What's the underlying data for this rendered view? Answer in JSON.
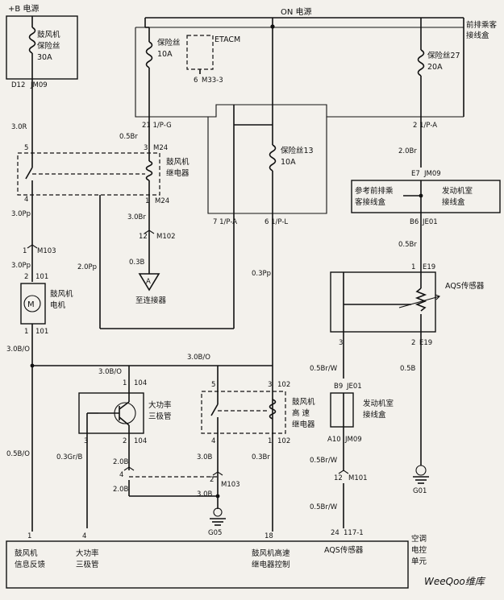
{
  "power": {
    "b_plus": "+B 电源",
    "on": "ON 电源"
  },
  "fuses": {
    "blower_fuse": {
      "name": "鼓风机",
      "name2": "保险丝",
      "rating": "30A",
      "pin": "D12",
      "connector": "JM09"
    },
    "fuse10": {
      "name": "保险丝",
      "rating": "10A"
    },
    "fuse13": {
      "name": "保险丝13",
      "rating": "10A"
    },
    "fuse27": {
      "name": "保险丝27",
      "rating": "20A"
    }
  },
  "etacm": {
    "name": "ETACM",
    "pin": "6",
    "connector": "M33-3"
  },
  "front_junction": {
    "line1": "前排乘客",
    "line2": "接线盒"
  },
  "ref_box": {
    "line1": "参考前排乘",
    "line2": "客接线盒"
  },
  "engine_box": {
    "line1": "发动机室",
    "line2": "接线盒"
  },
  "blower_relay": {
    "line1": "鼓风机",
    "line2": "继电器"
  },
  "blower_motor": {
    "line1": "鼓风机",
    "line2": "电机",
    "symbol": "M"
  },
  "power_transistor": {
    "line1": "大功率",
    "line2": "三极管"
  },
  "high_relay": {
    "line1": "鼓风机",
    "line2": "高 速",
    "line3": "继电器"
  },
  "aqs_sensor": {
    "label": "AQS传感器"
  },
  "connector_a": {
    "label": "A",
    "text": "至连接器"
  },
  "grounds": {
    "g05": "G05",
    "g01": "G01"
  },
  "pins": {
    "p21pg": "21 1/P-G",
    "m24_3": "3",
    "m24": "M24",
    "m24_5": "5",
    "m24_4": "4",
    "m24_1": "1",
    "m24b": "M24",
    "p12": "12",
    "m102": "M102",
    "p1": "1",
    "m103": "M103",
    "p2": "2",
    "p101": "101",
    "p1b": "1",
    "p101b": "101",
    "p71pa": "7 1/P-A",
    "p61pl": "6 1/P-L",
    "p21pa": "2 1/P-A",
    "e7": "E7",
    "jm09b": "JM09",
    "b6": "B6",
    "je01": "JE01",
    "e1": "1",
    "e19": "E19",
    "e3": "3",
    "e2": "2",
    "e19b": "E19",
    "p1_104": "1",
    "p104": "104",
    "p2_104": "2",
    "p104b": "104",
    "p3": "3",
    "p5": "5",
    "p3_102": "3",
    "p102": "102",
    "p4": "4",
    "p1_102": "1",
    "p102b": "102",
    "p4b": "4",
    "p2b": "2",
    "m103b": "M103",
    "b9": "B9",
    "je01b": "JE01",
    "a10": "A10",
    "jm09c": "JM09",
    "p12b": "12",
    "m101": "M101",
    "p4c": "4",
    "p18": "18",
    "p24": "24",
    "p117": "117-1",
    "p1c": "1",
    "p3b": "3"
  },
  "wires": {
    "w30r": "3.0R",
    "w05br_a": "0.5Br",
    "w30pp": "3.0Pp",
    "w30br": "3.0Br",
    "w03b": "0.3B",
    "w30pp2": "3.0Pp",
    "w20pp": "2.0Pp",
    "w03pp": "0.3Pp",
    "w20br": "2.0Br",
    "w05br_b": "0.5Br",
    "w30bo": "3.0B/O",
    "w30bo2": "3.0B/O",
    "w30bo3": "3.0B/O",
    "w05br_c": "0.5Br/W",
    "w05b": "0.5B",
    "w05bo": "0.5B/O",
    "w03grb": "0.3Gr/B",
    "w20b": "2.0B",
    "w30b": "3.0B",
    "w20b2": "2.0B",
    "w30b2": "3.0B",
    "w03br": "0.3Br",
    "w05brw2": "0.5Br/W",
    "w05brw3": "0.5Br/W"
  },
  "control_unit": {
    "t1a": "鼓风机",
    "t1b": "信息反馈",
    "t2a": "大功率",
    "t2b": "三极管",
    "t3a": "鼓风机高速",
    "t3b": "继电器控制",
    "t4": "AQS传感器",
    "t5a": "空调",
    "t5b": "电控",
    "t5c": "单元"
  },
  "watermark": "WeeQoo维库"
}
